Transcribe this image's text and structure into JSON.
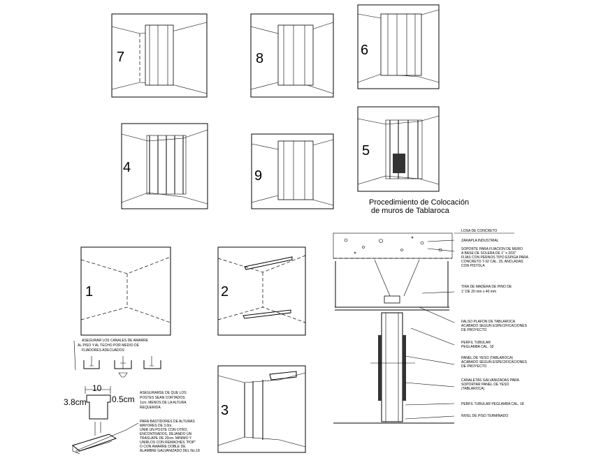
{
  "title_lines": [
    "Procedimiento de Colocación",
    "de muros de Tablaroca"
  ],
  "step_numbers": {
    "p7": "7",
    "p8": "8",
    "p6": "6",
    "p4": "4",
    "p9": "9",
    "p5": "5",
    "p1": "1",
    "p2": "2",
    "p3": "3"
  },
  "left_notes": {
    "anchor_lines": [
      "ASEGURAR LOS CANALES DE AMARRE",
      "AL PISO Y AL TECHO POR MEDIO DE",
      "FIJADORES ADECUADOS"
    ],
    "cut_lines": [
      "ASEGURARSE DE QUE LOS",
      "POSTES SEAN CORTADOS",
      "1cm. MENOS DE LA ALTURA",
      "REQUERIDA"
    ],
    "frame_lines": [
      "PARA BASTIDORES DE ALTURAS",
      "MAYORES DE 3.0m.",
      "UNIR UN POSTE CON OTRO,",
      "ENCONTRADOS, DEJANDO UN",
      "TRASLAPE DE 20cm. MINIMO Y",
      "UNIRLOS CON REMACHES \"POP\"",
      "O CON AMARRE DOBLE DE",
      "ALAMBRE GALVANIZADO DEL No.18"
    ]
  },
  "dimensions": {
    "width": "10",
    "height": "3.8cm",
    "gap": "0.5cm"
  },
  "section_labels": {
    "slab": [
      "LOSA DE CONCRETO"
    ],
    "plaster": [
      "ZARAPLA INDUSTRIAL"
    ],
    "support": [
      "SOPORTE PARA FIJACION DE MURO",
      "A BASE DE SOLERA DE 1\" x 3/16\"",
      "FIJAS CON PERNOS TIPO ESPIGA PARA",
      "CONCRETO T-32 CAL. 25, ANCLADAS",
      "CON PISTOLA"
    ],
    "strip": [
      "TIRA DE MADERA DE PINO DE",
      "1\" DE 20 mm x 40 mm"
    ],
    "ceiling": [
      "FALSO PLAFON DE TABLAROCA",
      "ACABADO SEGUN ESPECIFICACIONES",
      "DE PROYECTO"
    ],
    "profile": [
      "PERFIL TUBULAR",
      "PEGLAM8A CAL. 18"
    ],
    "panel": [
      "PANEL DE YESO (TABLAROCA)",
      "ACABADO SEGUN ESPECIFICACIONES",
      "DE PROYECTO"
    ],
    "channels": [
      "CANALETAS GALVANIZADAS PARA",
      "SOPORTAR PANEL DE YESO",
      "(TABLAROCA)"
    ],
    "profile2": [
      "PERFIL TUBULAR PEGLAM8A CAL. 18"
    ],
    "floor": [
      "NIVEL DE PISO TERMINADO"
    ]
  }
}
